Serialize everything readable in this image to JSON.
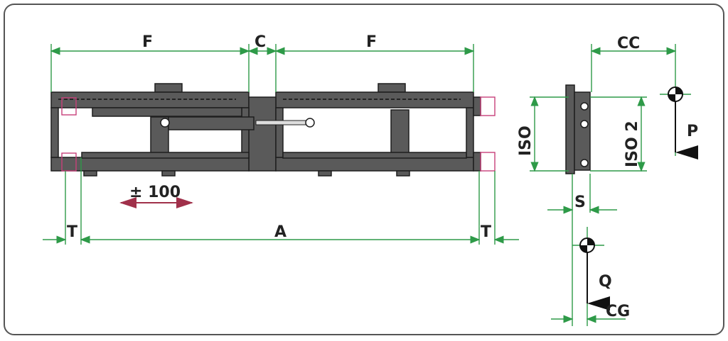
{
  "labels": {
    "fork_spacing_left": "F",
    "center_gap": "C",
    "fork_spacing_right": "F",
    "load_center_cc": "CC",
    "load_p": "P",
    "iso": "ISO",
    "iso2": "ISO 2",
    "sideshift": "± 100",
    "t_left": "T",
    "overall_width": "A",
    "t_right": "T",
    "thickness_s": "S",
    "load_q": "Q",
    "center_gravity": "CG"
  },
  "colors": {
    "dimension": "#2e9a48",
    "frame": "#5a5a5a",
    "arrow": "#a0304a",
    "fork_outline": "#c8407a"
  }
}
